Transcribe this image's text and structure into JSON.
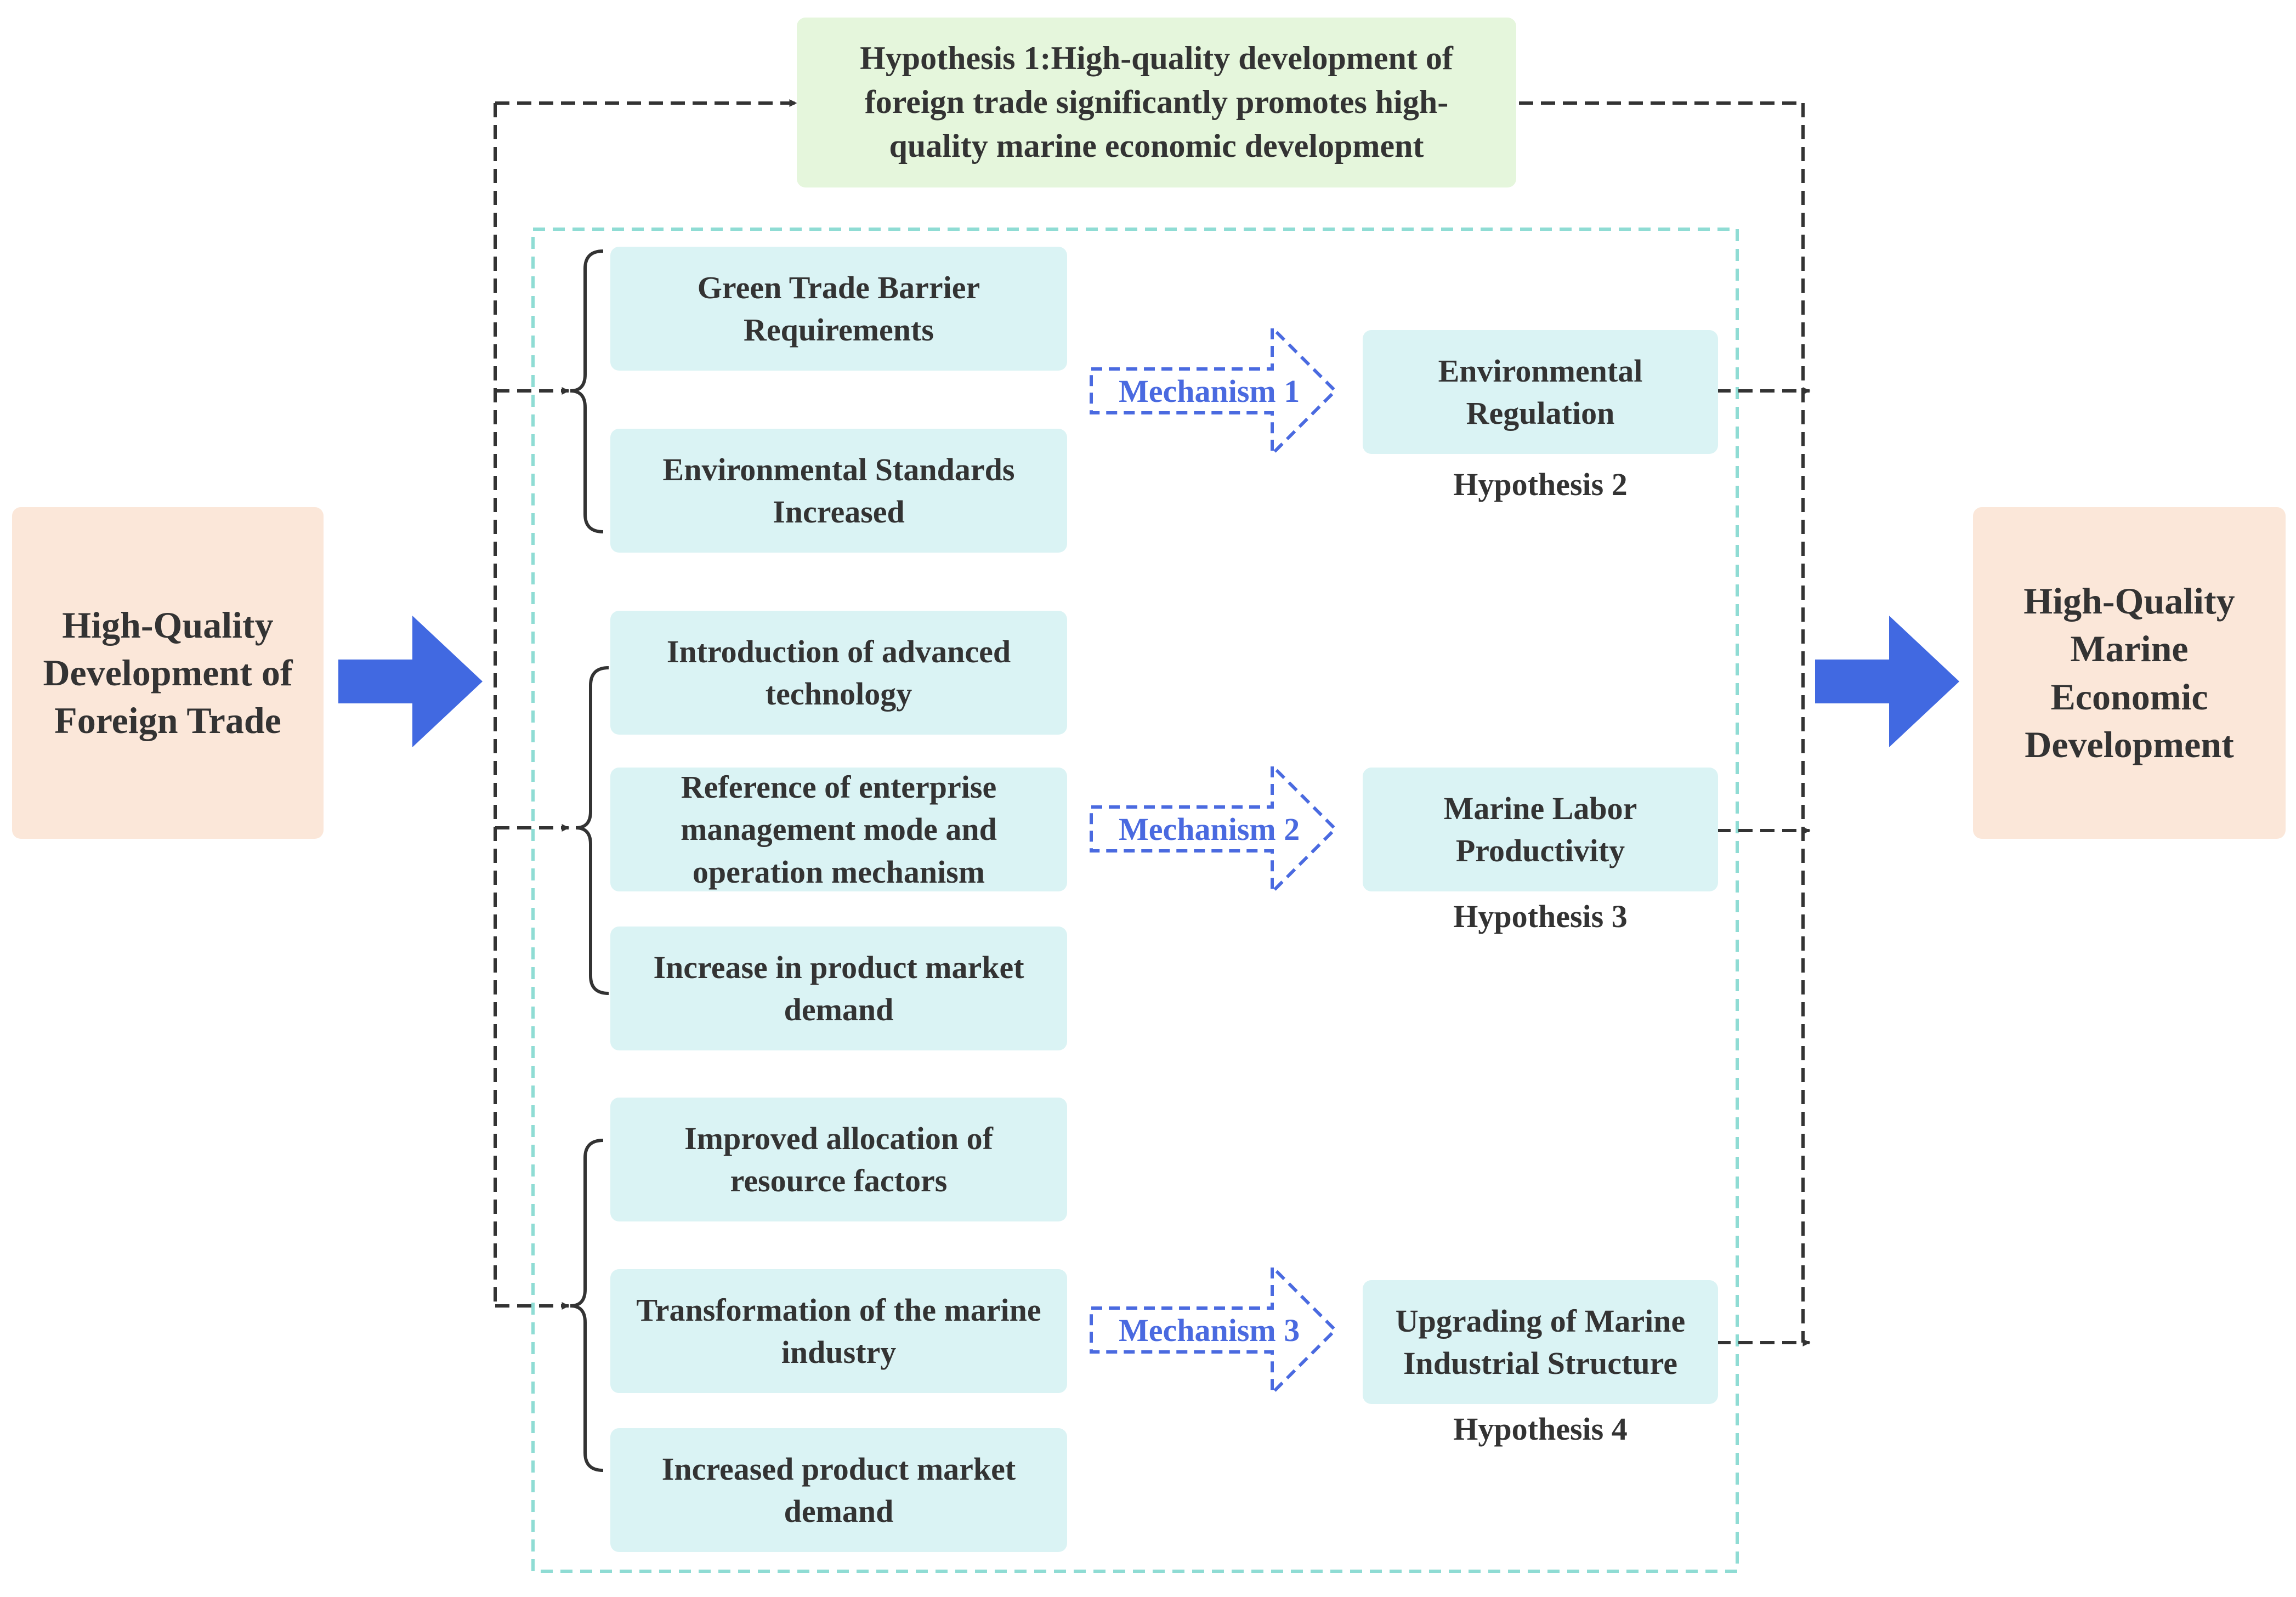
{
  "colors": {
    "factor_fill": "#daf3f4",
    "endpoint_fill": "#fbe7d9",
    "hypothesis_fill": "#e5f6dc",
    "frame_dash": "#8fdcd4",
    "connector": "#333333",
    "mechanism_blue": "#4a6ae0",
    "big_arrow_blue": "#4169e1"
  },
  "source": {
    "label": "High-Quality Development of Foreign Trade"
  },
  "target": {
    "label": "High-Quality Marine Economic Development"
  },
  "hypothesis_1": "Hypothesis 1:High-quality development of foreign trade significantly promotes high-quality marine economic development",
  "mechanisms": [
    {
      "label": "Mechanism 1",
      "factors": [
        "Green Trade Barrier Requirements",
        "Environmental Standards Increased"
      ],
      "mediator": "Environmental Regulation",
      "hypothesis": "Hypothesis 2"
    },
    {
      "label": "Mechanism 2",
      "factors": [
        "Introduction of advanced technology",
        "Reference of enterprise management mode and operation mechanism",
        "Increase in product market demand"
      ],
      "mediator": "Marine Labor Productivity",
      "hypothesis": "Hypothesis 3"
    },
    {
      "label": "Mechanism 3",
      "factors": [
        "Improved allocation of resource factors",
        "Transformation of the marine industry",
        "Increased product market demand"
      ],
      "mediator": "Upgrading of Marine Industrial Structure",
      "hypothesis": "Hypothesis 4"
    }
  ]
}
